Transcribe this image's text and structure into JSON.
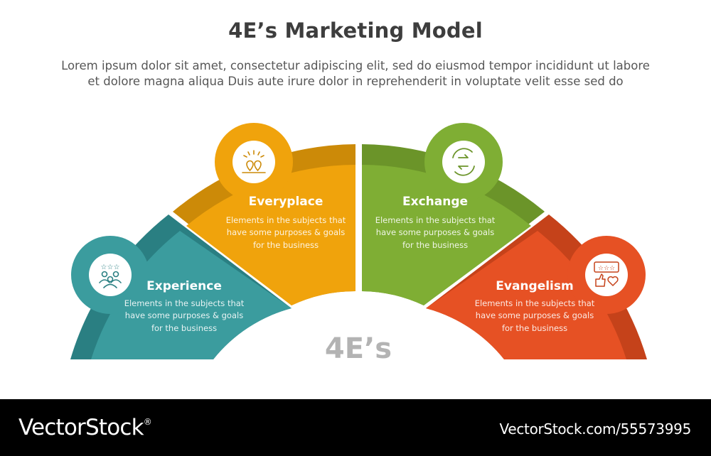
{
  "title": "4E’s Marketing Model",
  "subtitle_lines": [
    "Lorem ipsum dolor sit amet, consectetur adipiscing elit, sed do eiusmod tempor incididunt ut labore",
    "et dolore magna aliqua Duis aute irure dolor in reprehenderit in voluptate velit esse sed do"
  ],
  "center_label": "4E’s",
  "segments": [
    {
      "title": "Experience",
      "desc": [
        "Elements in the subjects that",
        "have  some purposes & goals",
        "for the  business"
      ],
      "icon": "people-rating-icon",
      "color": "#3b9c9e",
      "dark_color": "#2a7f82"
    },
    {
      "title": "Everyplace",
      "desc": [
        "Elements in the subjects that",
        "have  some purposes & goals",
        "for the  business"
      ],
      "icon": "location-pins-icon",
      "color": "#f0a30c",
      "dark_color": "#cc8a08"
    },
    {
      "title": "Exchange",
      "desc": [
        "Elements in the subjects that",
        "have  some purposes & goals",
        "for the  business"
      ],
      "icon": "exchange-arrows-icon",
      "color": "#7fae34",
      "dark_color": "#6b9429"
    },
    {
      "title": "Evangelism",
      "desc": [
        "Elements in the subjects that",
        "have  some purposes & goals",
        "for the  business"
      ],
      "icon": "review-like-heart-icon",
      "color": "#e65124",
      "dark_color": "#c5421a"
    }
  ],
  "footer": {
    "brand": "VectorStock",
    "registered_mark": "®",
    "url": "VectorStock.com/55573995"
  }
}
